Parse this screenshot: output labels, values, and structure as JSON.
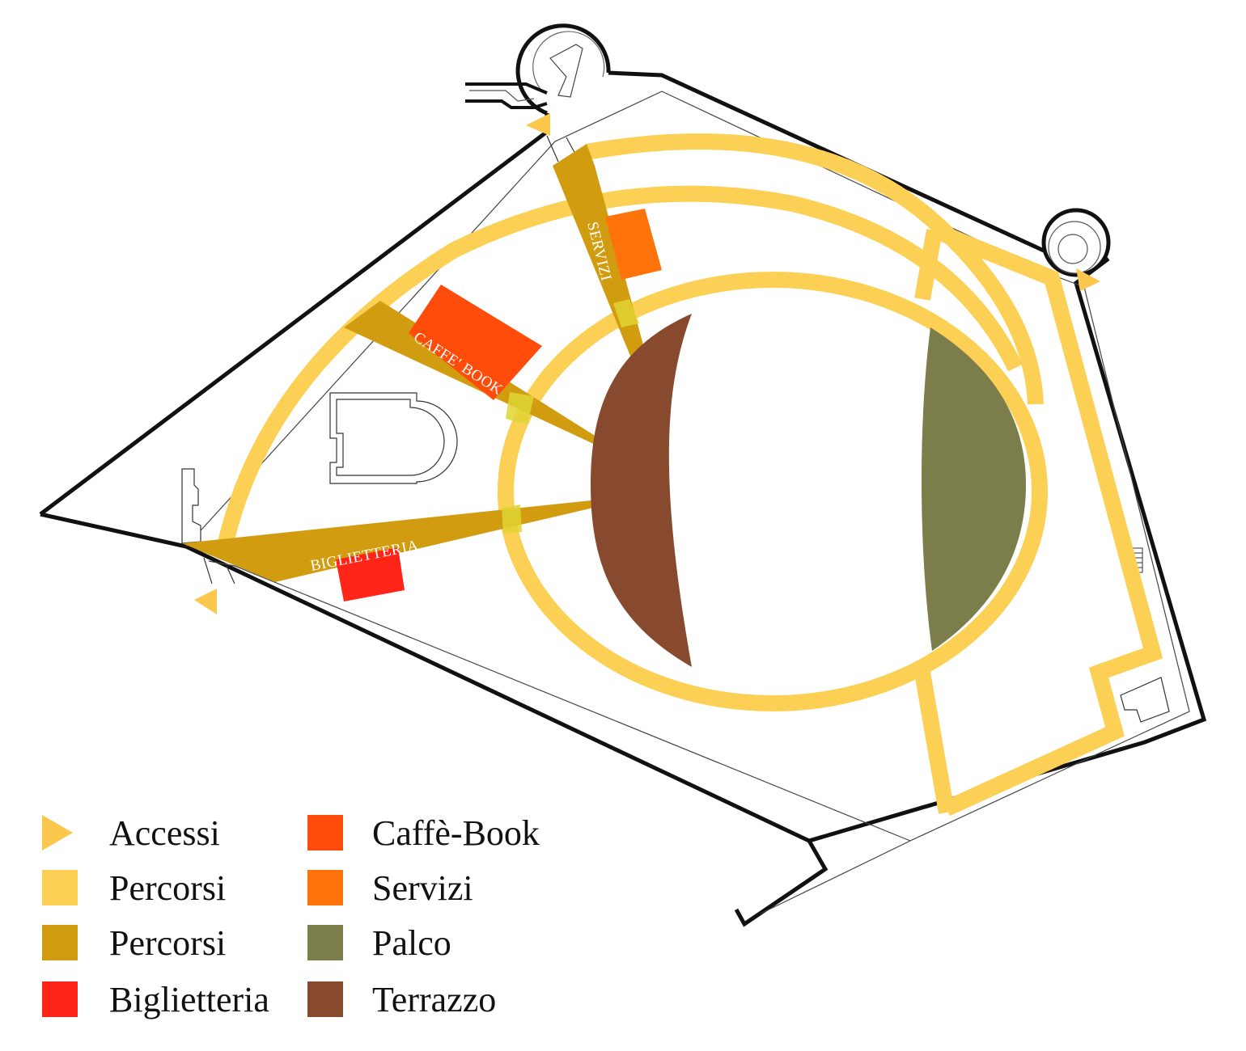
{
  "colors": {
    "accessi": "#fbc74d",
    "percorsi_light": "#fcd055",
    "percorsi_dark": "#d19c10",
    "biglietteria": "#ff2518",
    "caffe_book": "#ff4c0a",
    "servizi": "#ff730a",
    "palco": "#7b7d4b",
    "terrazzo": "#884a2f",
    "wall": "#111111"
  },
  "map_labels": {
    "servizi": "SERVIZI",
    "caffe_book": "CAFFE' BOOK",
    "biglietteria": "BIGLIETTERIA"
  },
  "legend": [
    {
      "label": "Accessi",
      "swatch": "triangle",
      "color": "#fbc74d"
    },
    {
      "label": "Percorsi",
      "swatch": "square",
      "color": "#fcd055"
    },
    {
      "label": "Percorsi",
      "swatch": "square",
      "color": "#d19c10"
    },
    {
      "label": "Biglietteria",
      "swatch": "square",
      "color": "#ff2518"
    },
    {
      "label": "Caffè-Book",
      "swatch": "square",
      "color": "#ff4c0a"
    },
    {
      "label": "Servizi",
      "swatch": "square",
      "color": "#ff730a"
    },
    {
      "label": "Palco",
      "swatch": "square",
      "color": "#7b7d4b"
    },
    {
      "label": "Terrazzo",
      "swatch": "square",
      "color": "#884a2f"
    }
  ]
}
